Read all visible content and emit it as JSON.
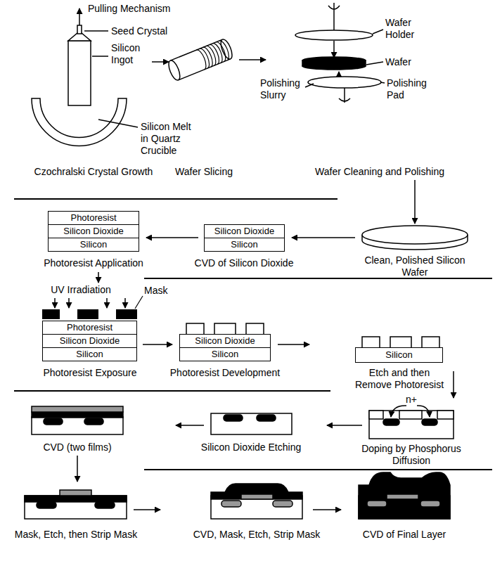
{
  "diagram": {
    "nodes": [
      {
        "text": [
          "Photoresist"
        ]
      },
      {
        "text": [
          "Silicon Dioxide"
        ]
      },
      {
        "text": [
          "Silicon"
        ]
      },
      {
        "text": [
          "Silicon Dioxide"
        ]
      },
      {
        "text": [
          "Silicon"
        ]
      },
      {
        "text": [
          "Photoresist"
        ]
      },
      {
        "text": [
          "Silicon Dioxide"
        ]
      },
      {
        "text": [
          "Silicon"
        ]
      },
      {
        "text": [
          "Silicon Dioxide"
        ]
      },
      {
        "text": [
          "Silicon"
        ]
      },
      {
        "text": [
          "Silicon"
        ]
      }
    ],
    "labels": [
      "Pulling Mechanism",
      "Seed Crystal",
      "Silicon Ingot",
      "Silicon Melt in Quartz Crucible",
      "Czochralski Crystal Growth",
      "Wafer Slicing",
      "Wafer Holder",
      "Wafer",
      "Polishing Slurry",
      "Polishing Pad",
      "Wafer Cleaning and Polishing",
      "Clean, Polished Silicon Wafer",
      "CVD of Silicon Dioxide",
      "Photoresist Application",
      "UV Irradiation",
      "Mask",
      "Photoresist Exposure",
      "Photoresist Development",
      "Etch and then Remove Photoresist",
      "n+",
      "Doping by Phosphorus Diffusion",
      "Silicon Dioxide Etching",
      "CVD (two films)",
      "Mask, Etch, then Strip Mask",
      "CVD, Mask, Etch, Strip Mask",
      "CVD of Final Layer"
    ]
  }
}
